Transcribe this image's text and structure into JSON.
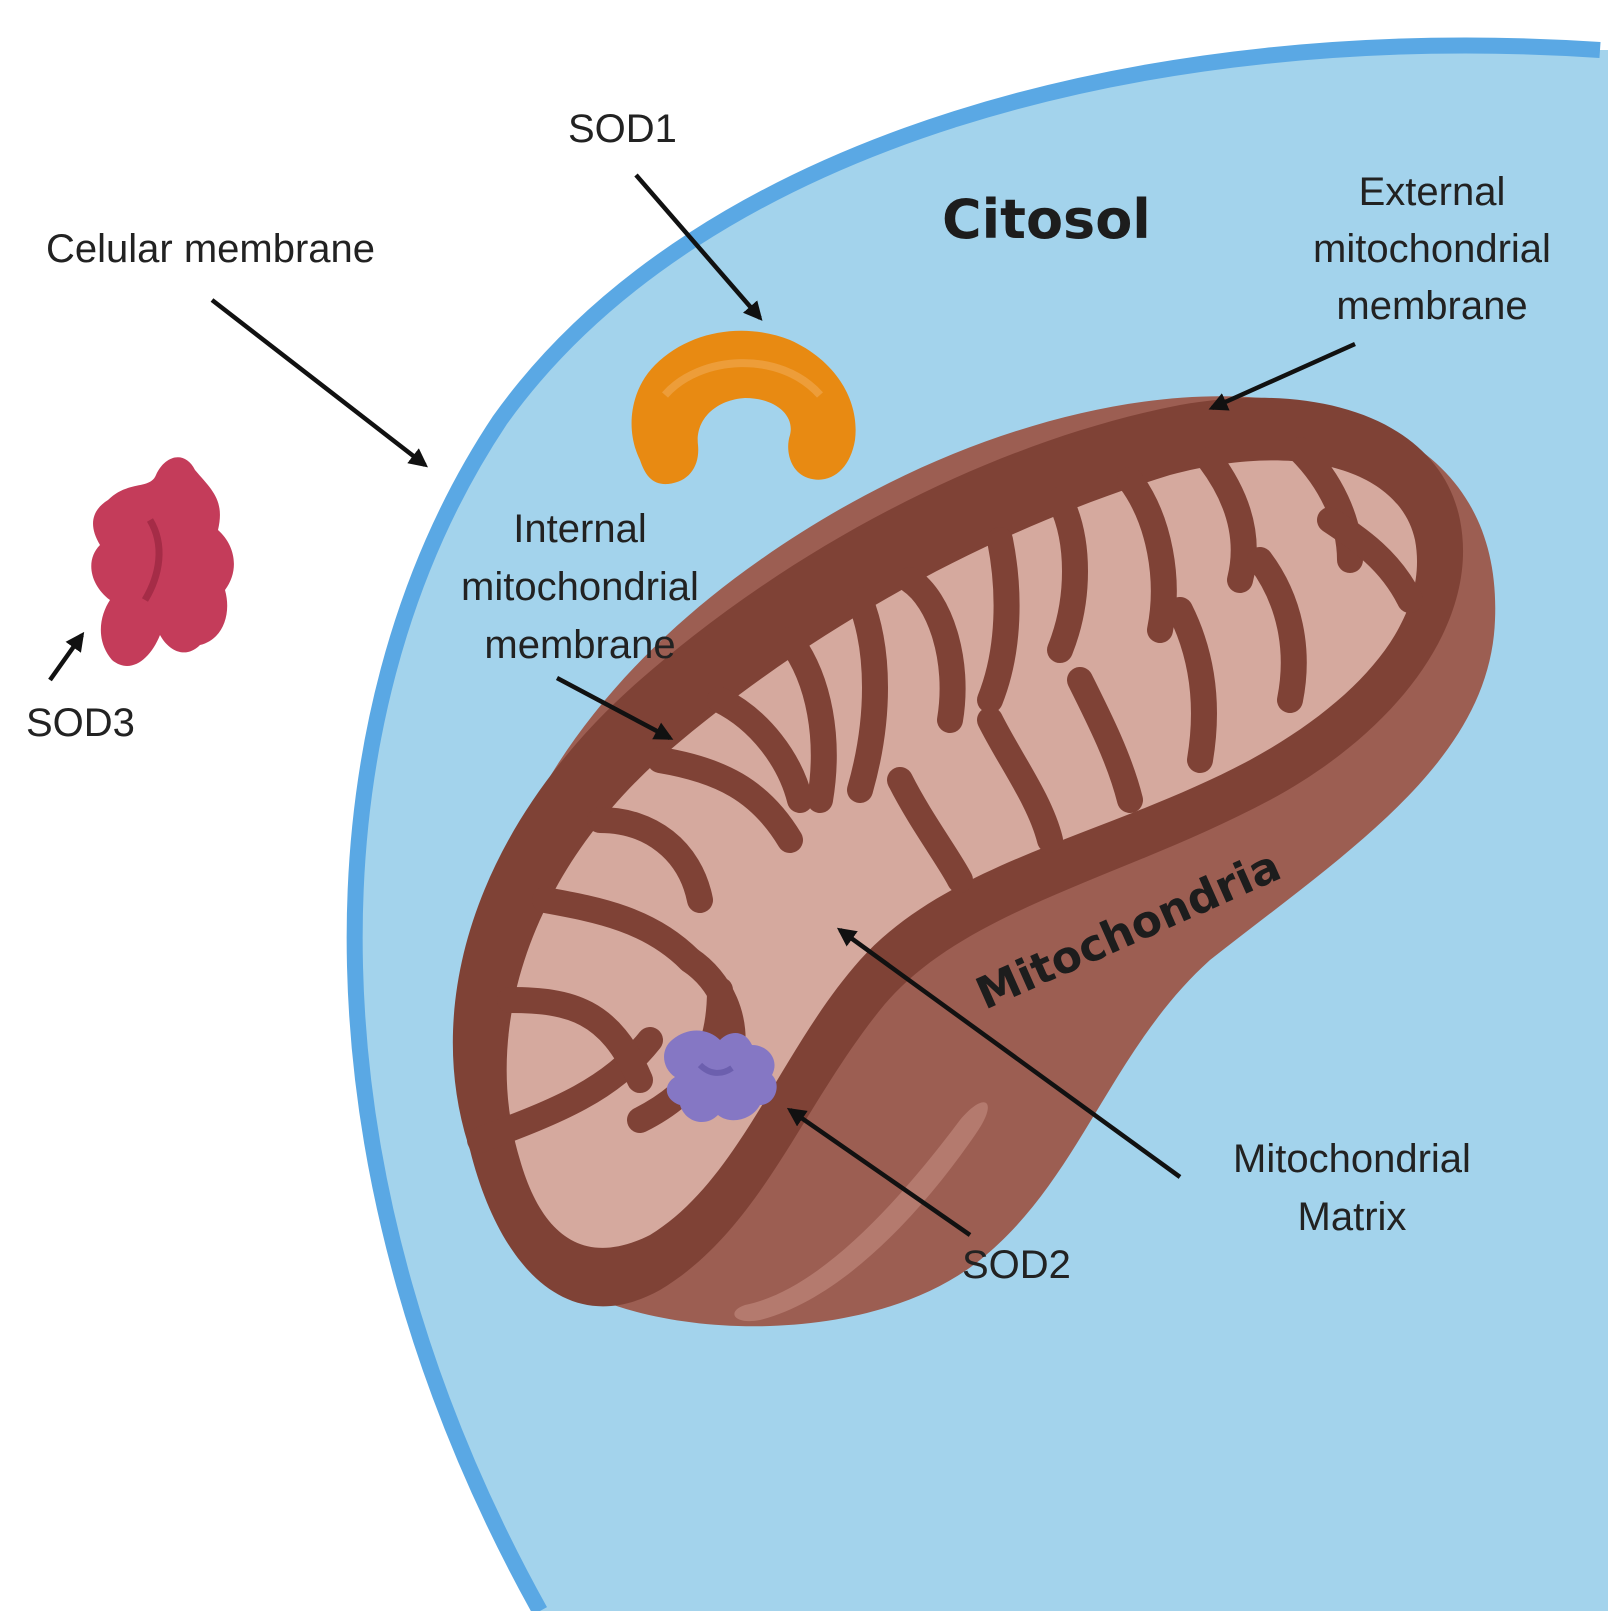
{
  "labels": {
    "sod1": "SOD1",
    "citosol": "Citosol",
    "celular_membrane": "Celular membrane",
    "external_membrane": [
      "External",
      "mitochondrial",
      "membrane"
    ],
    "internal_membrane": [
      "Internal",
      "mitochondrial",
      "membrane"
    ],
    "sod3": "SOD3",
    "mitochondria": "Mitochondria",
    "mitochondrial_matrix": [
      "Mitochondrial",
      "Matrix"
    ],
    "sod2": "SOD2"
  },
  "colors": {
    "background": "#ffffff",
    "cytosol": "#a3d3ec",
    "cell_membrane": "#5aa8e4",
    "mito_outer": "#7f4236",
    "mito_side": "#9c5e52",
    "matrix": "#d5a99e",
    "sod1": "#e88a12",
    "sod2": "#8577c4",
    "sod3": "#c43c5a",
    "arrow": "#111111"
  }
}
